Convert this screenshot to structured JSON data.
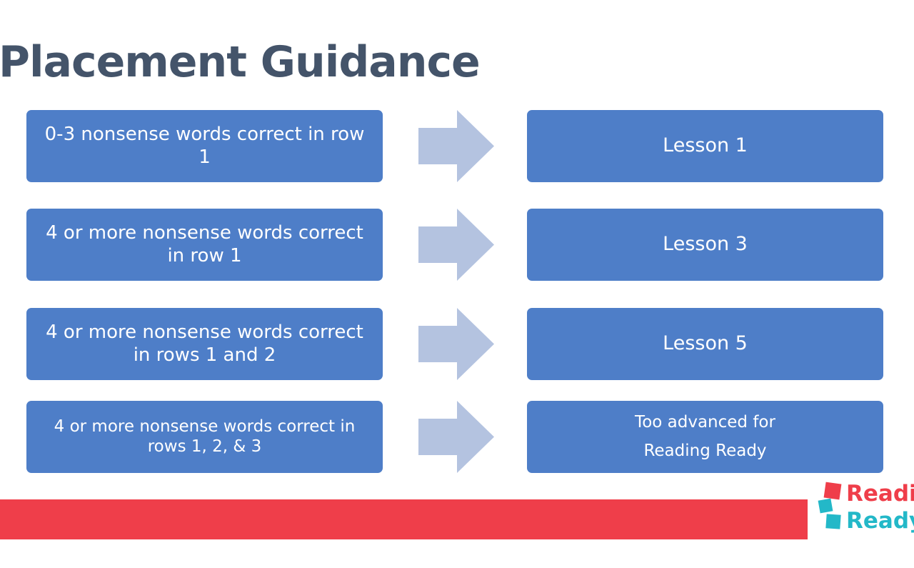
{
  "title": "Placement Guidance",
  "rows": [
    {
      "condition": "0-3 nonsense words correct in row 1",
      "placement": "Lesson 1"
    },
    {
      "condition": "4 or more nonsense words correct in row 1",
      "placement": "Lesson 3"
    },
    {
      "condition": "4 or more nonsense words correct in rows 1 and 2",
      "placement": "Lesson 5"
    },
    {
      "condition": "4 or more nonsense words correct in rows 1, 2, & 3",
      "placement_line1": "Too advanced for",
      "placement_line2": "Reading Ready"
    }
  ],
  "logo": {
    "line1": "Readi",
    "line2": "Ready"
  },
  "colors": {
    "title": "#44546a",
    "box": "#4e7ec8",
    "arrow": "#b4c3e0",
    "bar": "#ef3e4a",
    "logo_red": "#ef3e4a",
    "logo_teal": "#23b8c8"
  }
}
